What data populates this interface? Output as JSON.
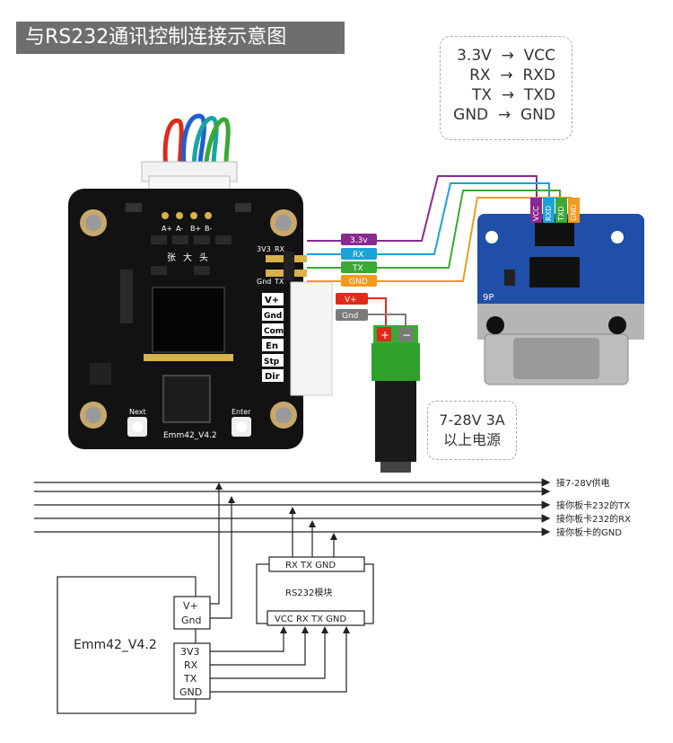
{
  "title": "与RS232通讯控制连接示意图",
  "mapping": [
    {
      "from": "3.3V",
      "to": "VCC"
    },
    {
      "from": "RX",
      "to": "RXD"
    },
    {
      "from": "TX",
      "to": "TXD"
    },
    {
      "from": "GND",
      "to": "GND"
    }
  ],
  "mapping_rows": [
    "3.3V  →  VCC",
    "RX  →  RXD",
    "TX  →  TXD",
    "GND  →  GND"
  ],
  "power_note": [
    "7-28V 3A",
    "以上电源"
  ],
  "board": {
    "model": "Emm42_V4.2",
    "header_labels": [
      "3V3",
      "RX",
      "Gnd",
      "TX"
    ],
    "pins_top": [
      "A+",
      "A-",
      "B+",
      "B-"
    ],
    "terminal_labels": [
      "V+",
      "Gnd",
      "Com",
      "En",
      "Stp",
      "Dir"
    ],
    "buttons": [
      "Next",
      "Enter"
    ],
    "silk_chars": [
      "张",
      "大",
      "头"
    ]
  },
  "wire_tags": [
    {
      "label": "3.3v",
      "color": "#8a2a8e"
    },
    {
      "label": "RX",
      "color": "#1aa3d6"
    },
    {
      "label": "TX",
      "color": "#3aa935"
    },
    {
      "label": "GND",
      "color": "#f29a1d"
    }
  ],
  "power_tags": [
    {
      "label": "V+",
      "color": "#e02a1a"
    },
    {
      "label": "Gnd",
      "color": "#7a7a7a"
    }
  ],
  "module_pins": [
    {
      "label": "VCC",
      "color": "#8a2a8e"
    },
    {
      "label": "RXD",
      "color": "#1aa3d6"
    },
    {
      "label": "TXD",
      "color": "#3aa935"
    },
    {
      "label": "GND",
      "color": "#f29a1d"
    }
  ],
  "module_text": "9P",
  "schematic": {
    "bus_labels": [
      "接7-28V供电",
      "接你板卡232的TX",
      "接你板卡232的RX",
      "接你板卡的GND"
    ],
    "rs232_top": "RX TX GND",
    "rs232_name": "RS232模块",
    "rs232_bottom": "VCC RX TX GND",
    "controller_name": "Emm42_V4.2",
    "power_pins": [
      "V+",
      "Gnd"
    ],
    "io_pins": [
      "3V3",
      "RX",
      "TX",
      "GND"
    ]
  },
  "colors": {
    "title_bg": "#6e6e6e",
    "pcb": "#121212",
    "module_pcb": "#1f4fa8",
    "vcc": "#8a2a8e",
    "rx": "#1aa3d6",
    "tx": "#3aa935",
    "gnd": "#f29a1d",
    "red": "#e02a1a"
  }
}
